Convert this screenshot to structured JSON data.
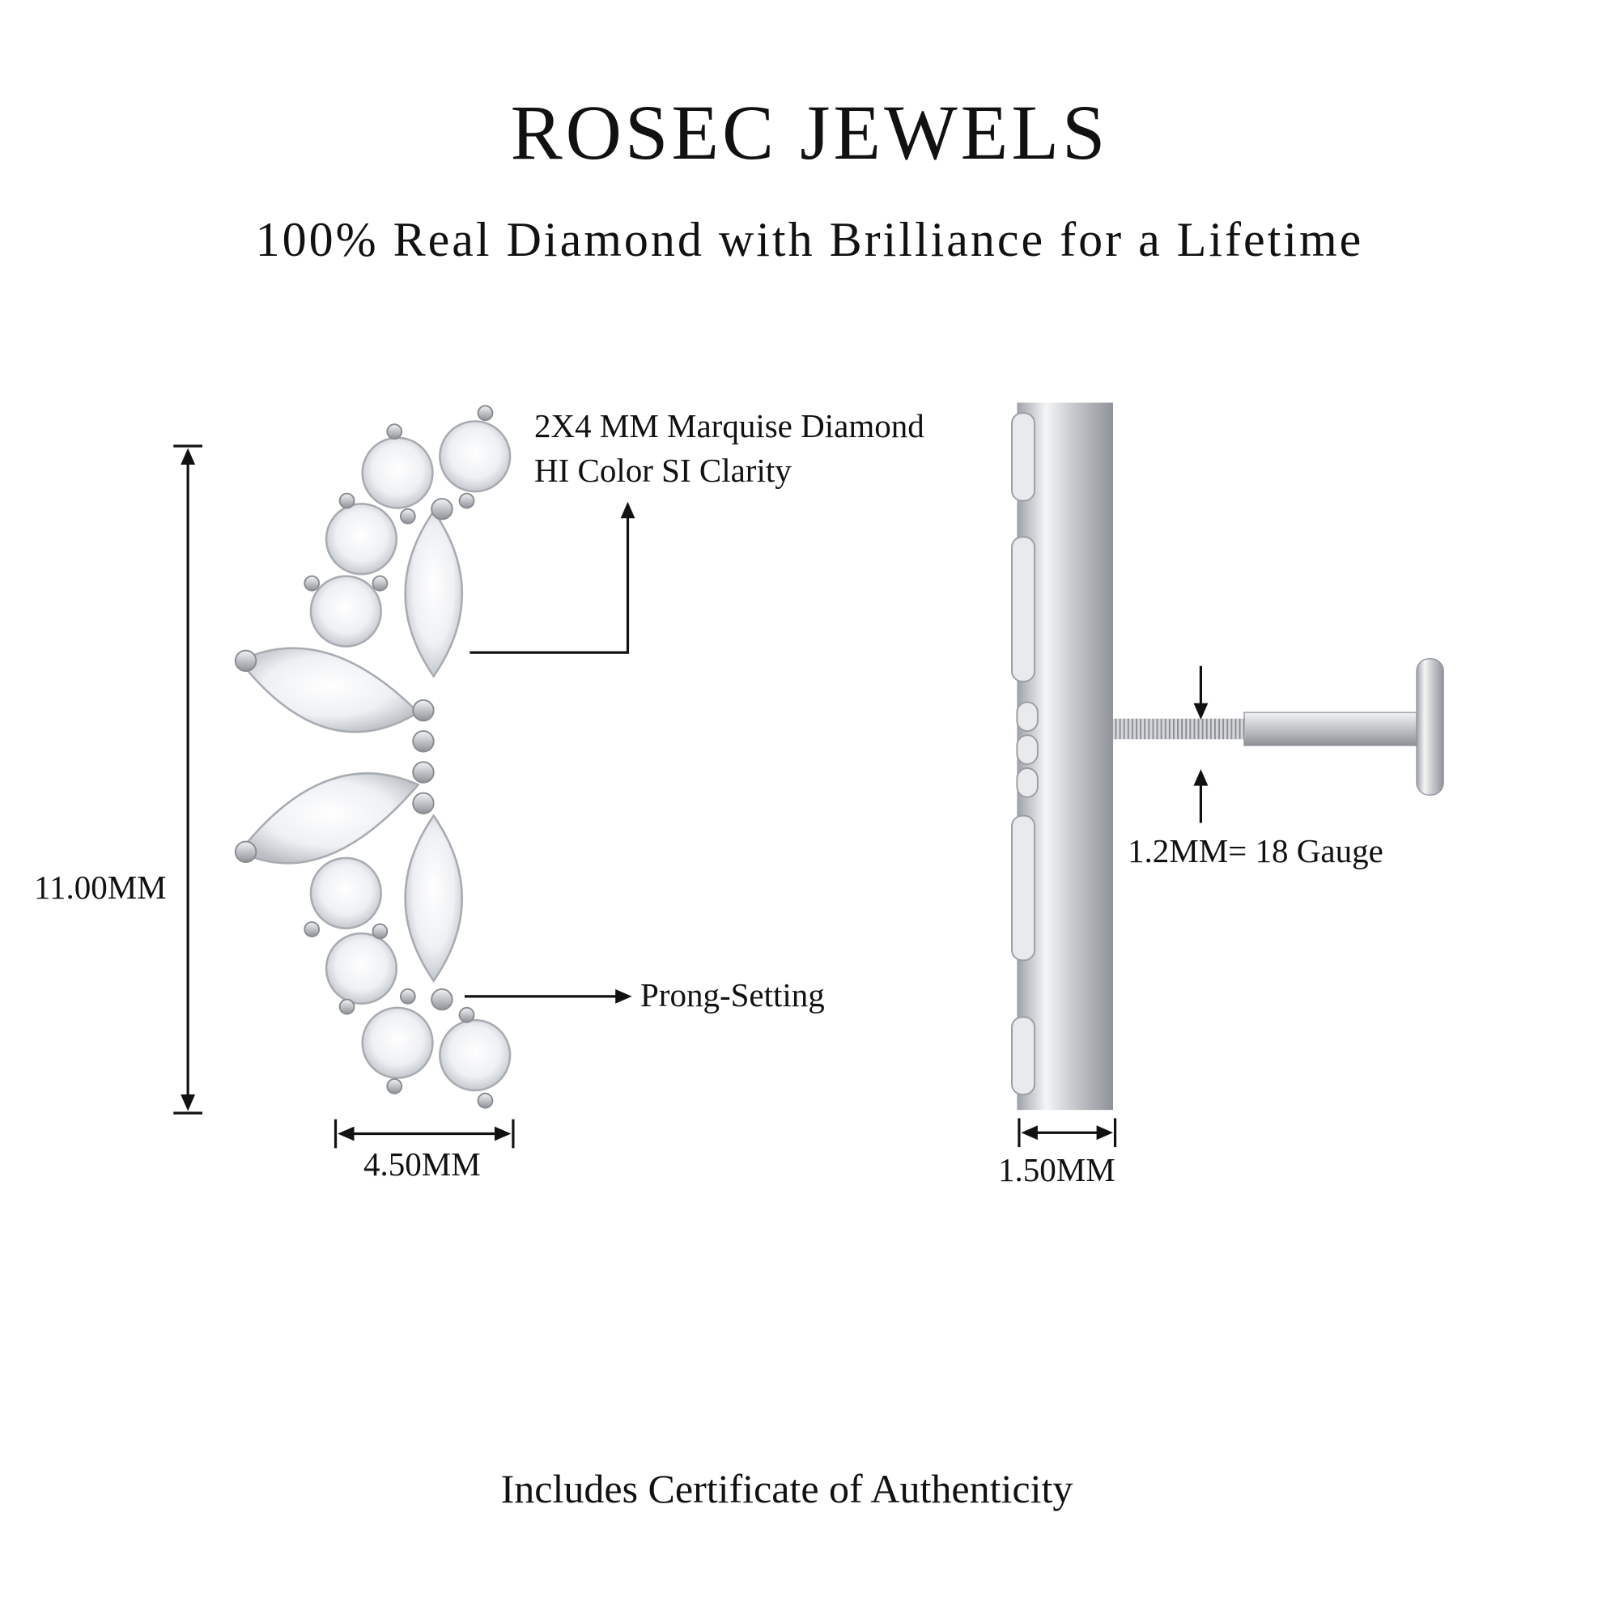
{
  "header": {
    "brand": "ROSEC JEWELS",
    "tagline": "100% Real Diamond with Brilliance for a Lifetime"
  },
  "annotations": {
    "stone_line1": "2X4 MM Marquise Diamond",
    "stone_line2": "HI Color SI Clarity",
    "setting": "Prong-Setting",
    "gauge": "1.2MM= 18 Gauge"
  },
  "dimensions": {
    "height": "11.00MM",
    "width": "4.50MM",
    "depth": "1.50MM"
  },
  "footer": {
    "certificate": "Includes Certificate of Authenticity"
  },
  "colors": {
    "metal": "#c9cbce",
    "text": "#111111"
  }
}
